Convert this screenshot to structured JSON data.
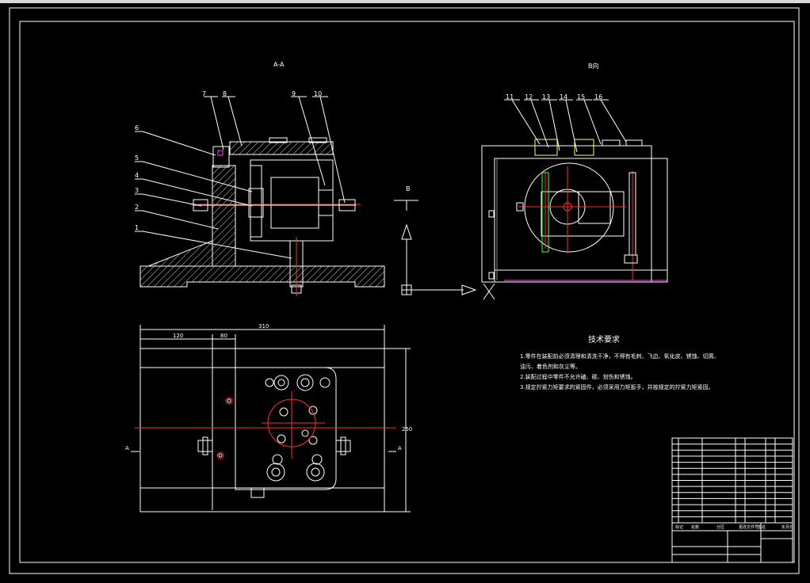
{
  "app": {
    "background": "#000000",
    "colors": {
      "outline": "#ffffff",
      "center_line": "#ff2b2b",
      "leader": "#ffffff",
      "hidden": "#3cff3c",
      "highlight": "#ff3cff",
      "accent_yellow": "#ffff4d",
      "accent_cyan": "#38e8ff"
    }
  },
  "drawing": {
    "section_title": "A-A",
    "view_title": "B向",
    "direction_label": "B",
    "part_numbers_left": [
      "7",
      "8",
      "9",
      "10",
      "6",
      "5",
      "4",
      "3",
      "2",
      "1"
    ],
    "part_numbers_right": [
      "11",
      "12",
      "13",
      "14",
      "15",
      "16"
    ],
    "plan_marks": {
      "left": "A",
      "right": "A"
    },
    "dimensions": {
      "top_overall": "310",
      "top_sub1": "120",
      "top_sub2": "80",
      "right_overall": "250"
    }
  },
  "tech": {
    "title": "技术要求",
    "lines": [
      "1.零件在装配前必须清理和清洗干净，不得有毛刺、飞边、氧化皮、锈蚀、切屑、",
      "油污、着色剂和灰尘等。",
      "2.装配过程中零件不允许磕、碰、划伤和锈蚀。",
      "3.规定拧紧力矩要求的紧固件，必须采用力矩扳手，并按规定的拧紧力矩紧固。"
    ]
  },
  "title_block": {
    "headers": [
      "标记",
      "处数",
      "分区",
      "更改文件号",
      "签名",
      "年月日"
    ],
    "row_count": 14
  }
}
